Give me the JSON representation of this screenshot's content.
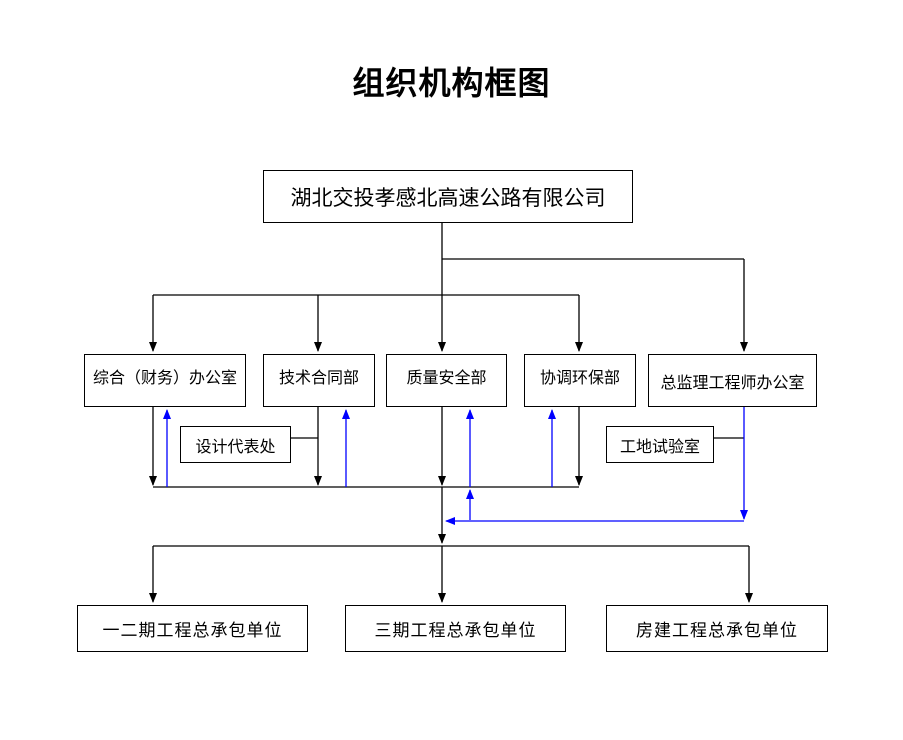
{
  "title": "组织机构框图",
  "company": "湖北交投孝感北高速公路有限公司",
  "departments": [
    "综合（财务）办公室",
    "技术合同部",
    "质量安全部",
    "协调环保部",
    "总监理工程师办公室"
  ],
  "side_offices": {
    "design": "设计代表处",
    "lab": "工地试验室"
  },
  "contractors": [
    "一二期工程总承包单位",
    "三期工程总承包单位",
    "房建工程总承包单位"
  ],
  "colors": {
    "command_line": "#000000",
    "feedback_line": "#0000ff"
  }
}
